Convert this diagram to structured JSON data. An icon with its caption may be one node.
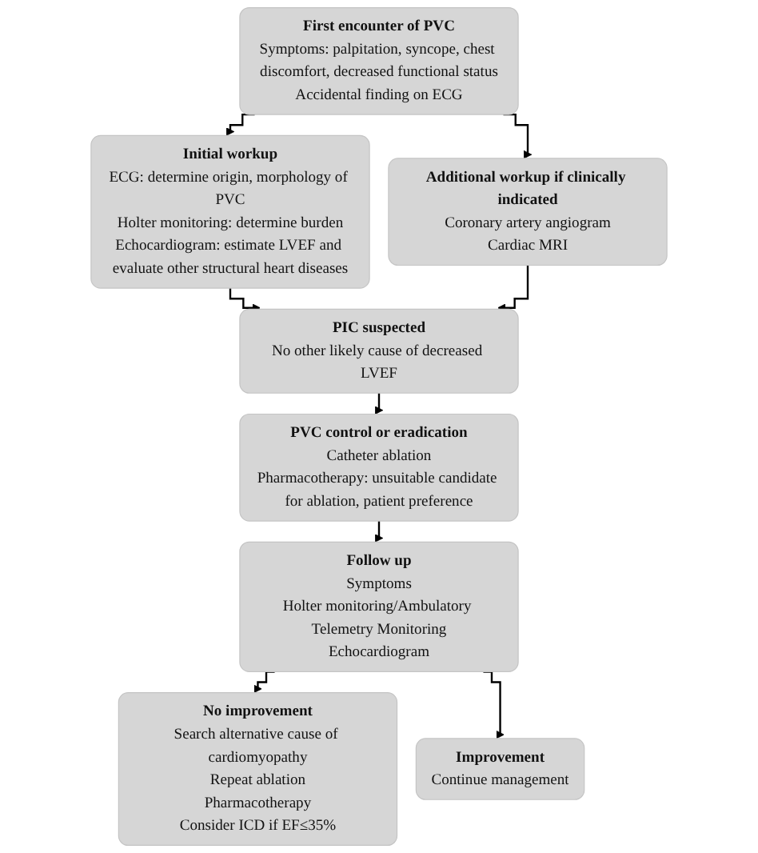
{
  "diagram": {
    "nodes": [
      {
        "text": [
          "First encounter of PVC",
          "Symptoms: palpitation, syncope, chest discomfort, decreased functional status",
          "Accidental finding on ECG"
        ]
      },
      {
        "text": [
          "Initial workup",
          "ECG: determine origin, morphology of PVC",
          "Holter monitoring: determine burden",
          "Echocardiogram: estimate LVEF and evaluate other structural heart diseases"
        ]
      },
      {
        "text": [
          "Additional workup if clinically indicated",
          "Coronary artery angiogram",
          "Cardiac MRI"
        ]
      },
      {
        "text": [
          "PIC suspected",
          "No other likely cause of decreased LVEF"
        ]
      },
      {
        "text": [
          "PVC control or eradication",
          "Catheter ablation",
          "Pharmacotherapy: unsuitable candidate for ablation, patient preference"
        ]
      },
      {
        "text": [
          "Follow up",
          "Symptoms",
          "Holter monitoring/Ambulatory Telemetry Monitoring",
          "Echocardiogram"
        ]
      },
      {
        "text": [
          "No improvement",
          "Search alternative cause of cardiomyopathy",
          "Repeat ablation",
          "Pharmacotherapy",
          "Consider ICD if EF≤35%"
        ]
      },
      {
        "text": [
          "Improvement",
          "Continue management"
        ]
      }
    ],
    "edges": [
      {
        "from": 0,
        "to": 1,
        "arrow": "to"
      },
      {
        "from": 0,
        "to": 2,
        "arrow": "to"
      },
      {
        "from": 1,
        "to": 3,
        "arrow": "to"
      },
      {
        "from": 2,
        "to": 3,
        "arrow": "to"
      },
      {
        "from": 3,
        "to": 4,
        "arrow": "to"
      },
      {
        "from": 4,
        "to": 5,
        "arrow": "to"
      },
      {
        "from": 5,
        "to": 6,
        "arrow": "to"
      },
      {
        "from": 5,
        "to": 7,
        "arrow": "to"
      }
    ]
  }
}
